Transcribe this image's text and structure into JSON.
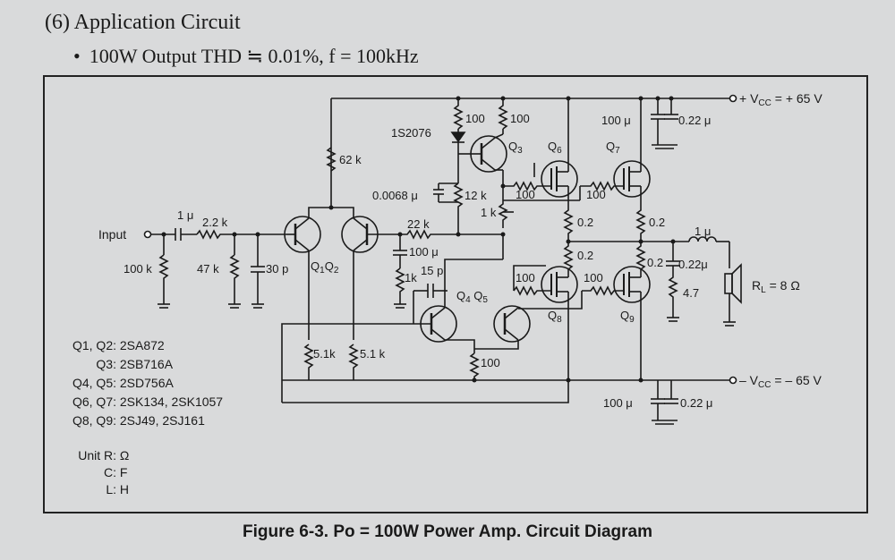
{
  "section_title": "(6) Application Circuit",
  "bullet": "100W Output THD ≒ 0.01%, f = 100kHz",
  "caption": "Figure 6-3.  Po = 100W Power Amp. Circuit Diagram",
  "supply": {
    "positive": "+ V",
    "positive_sub": "CC",
    "positive_val": " = + 65 V",
    "negative": "– V",
    "negative_sub": "CC",
    "negative_val": " = – 65 V"
  },
  "labels": {
    "input": "Input",
    "c_in": "1 μ",
    "r_in": "2.2 k",
    "r_in_shunt": "100 k",
    "r_47k": "47 k",
    "c_30p": "30 p",
    "r_62k": "62 k",
    "diode": "1S2076",
    "r_100a": "100",
    "r_100b": "100",
    "q3": "Q",
    "q3_sub": "3",
    "c_0068": "0.0068 μ",
    "r_12k": "12 k",
    "r_1k_pot": "1 k",
    "r_22k": "22 k",
    "c_100u_fb": "100 μ",
    "r_1k_fb": "1k",
    "c_15p": "15 p",
    "q12": "Q",
    "q12_sub1": "1",
    "q12_mid": "Q",
    "q12_sub2": "2",
    "q45": "Q",
    "q45_sub1": "4",
    "q45_mid": " Q",
    "q45_sub2": "5",
    "r_51k_a": "5.1k",
    "r_51k_b": "5.1 k",
    "r_100_bot": "100",
    "q6": "Q",
    "q6_sub": "6",
    "q7": "Q",
    "q7_sub": "7",
    "r_100_g6": "100",
    "r_100_g7": "100",
    "r_02_a": "0.2",
    "r_02_b": "0.2",
    "r_02_c": "0.2",
    "r_02_d": "0.2",
    "r_100_g8": "100",
    "r_100_g9": "100",
    "q8": "Q",
    "q8_sub": "8",
    "q9": "Q",
    "q9_sub": "9",
    "c_top": "100 μ",
    "c_top2": "0.22 μ",
    "c_bot": "100 μ",
    "c_bot2": "0.22 μ",
    "l_out": "1 μ",
    "c_out": "0.22μ",
    "r_out": "4.7",
    "load": "R",
    "load_sub": "L",
    "load_val": " = 8 Ω"
  },
  "legend": [
    {
      "key": "Q1, Q2:",
      "val": "2SA872"
    },
    {
      "key": "Q3:",
      "val": "2SB716A"
    },
    {
      "key": "Q4, Q5:",
      "val": "2SD756A"
    },
    {
      "key": "Q6, Q7:",
      "val": "2SK134, 2SK1057"
    },
    {
      "key": "Q8, Q9:",
      "val": "2SJ49, 2SJ161"
    }
  ],
  "units": [
    {
      "key": "Unit R:",
      "val": "Ω"
    },
    {
      "key": "C:",
      "val": "F"
    },
    {
      "key": "L:",
      "val": "H"
    }
  ]
}
